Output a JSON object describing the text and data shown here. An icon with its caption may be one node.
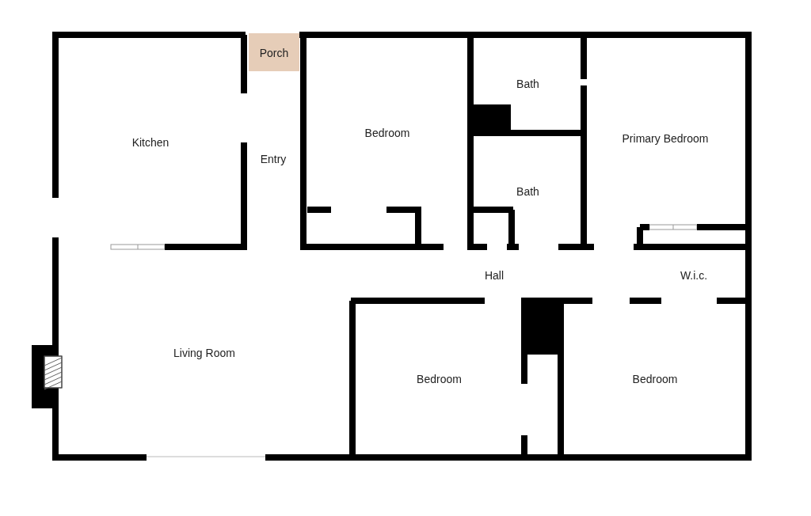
{
  "diagram": {
    "nodes": [
      {
        "text": [
          "Porch"
        ]
      },
      {
        "text": [
          "Kitchen"
        ]
      },
      {
        "text": [
          "Entry"
        ]
      },
      {
        "text": [
          "Bedroom"
        ]
      },
      {
        "text": [
          "Bath"
        ]
      },
      {
        "text": [
          "Primary Bedroom"
        ]
      },
      {
        "text": [
          "Bath"
        ]
      },
      {
        "text": [
          "Hall"
        ]
      },
      {
        "text": [
          "W.i.c."
        ]
      },
      {
        "text": [
          "Living Room"
        ]
      },
      {
        "text": [
          "Bedroom"
        ]
      },
      {
        "text": [
          "Bedroom"
        ]
      }
    ]
  }
}
